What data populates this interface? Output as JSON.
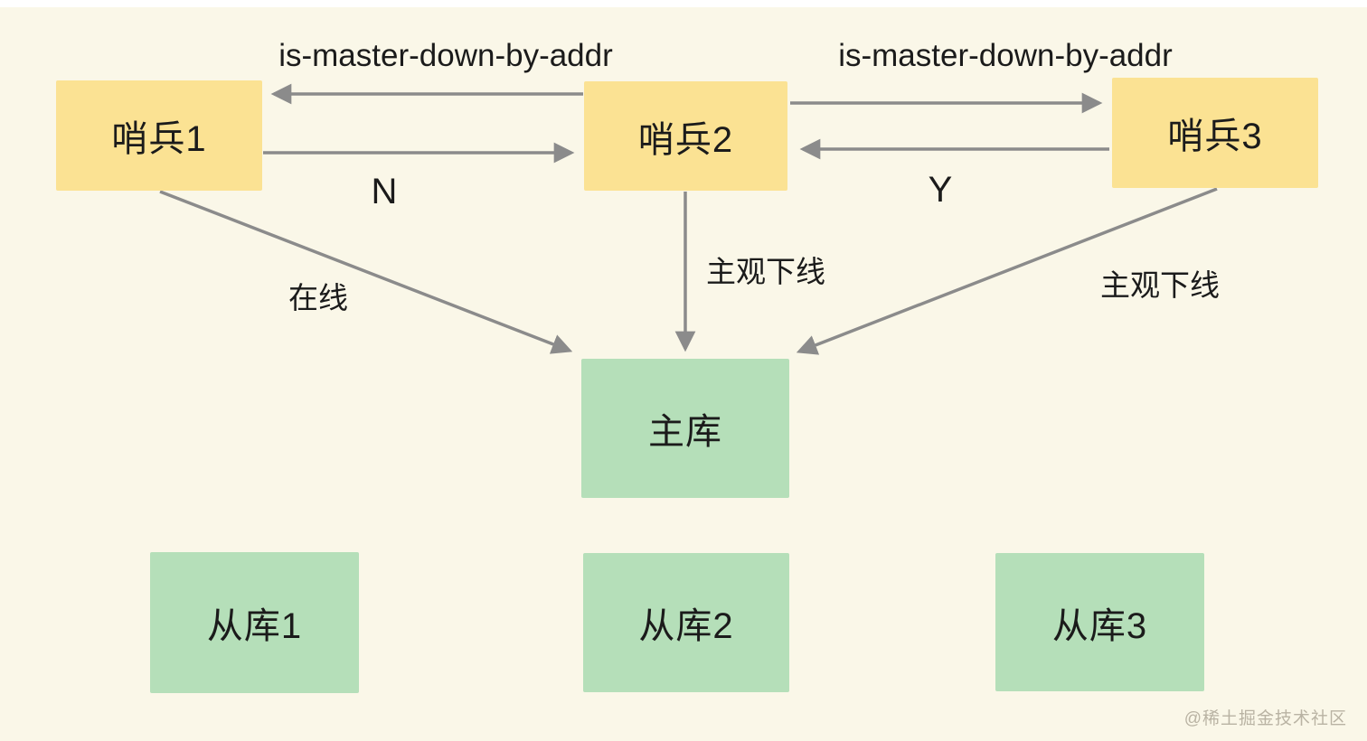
{
  "colors": {
    "background": "#FAF7E8",
    "sentinel_fill": "#FBE293",
    "db_fill": "#B5DFB9",
    "arrow": "#8B8B8B",
    "text": "#1B1B1B",
    "watermark": "#B9B3A3"
  },
  "diagram": {
    "type": "redis-sentinel-topology",
    "nodes": {
      "sentinel1": {
        "label": "哨兵1",
        "role": "sentinel"
      },
      "sentinel2": {
        "label": "哨兵2",
        "role": "sentinel"
      },
      "sentinel3": {
        "label": "哨兵3",
        "role": "sentinel"
      },
      "master": {
        "label": "主库",
        "role": "database"
      },
      "slave1": {
        "label": "从库1",
        "role": "database"
      },
      "slave2": {
        "label": "从库2",
        "role": "database"
      },
      "slave3": {
        "label": "从库3",
        "role": "database"
      }
    },
    "edges": [
      {
        "from": "sentinel2",
        "to": "sentinel1",
        "label": "is-master-down-by-addr"
      },
      {
        "from": "sentinel1",
        "to": "sentinel2",
        "label": "N"
      },
      {
        "from": "sentinel2",
        "to": "sentinel3",
        "label": "is-master-down-by-addr"
      },
      {
        "from": "sentinel3",
        "to": "sentinel2",
        "label": "Y"
      },
      {
        "from": "sentinel1",
        "to": "master",
        "label": "在线"
      },
      {
        "from": "sentinel2",
        "to": "master",
        "label": "主观下线"
      },
      {
        "from": "sentinel3",
        "to": "master",
        "label": "主观下线"
      }
    ]
  },
  "watermark": "@稀土掘金技术社区"
}
